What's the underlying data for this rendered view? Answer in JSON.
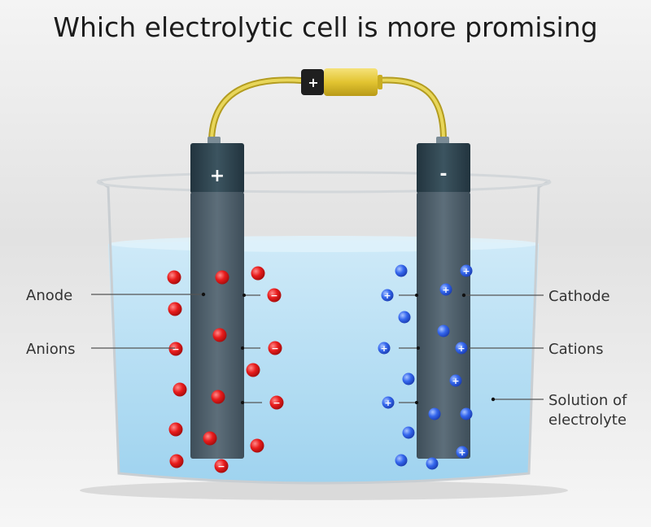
{
  "title": "Which electrolytic cell is more promising",
  "labels": {
    "anode": "Anode",
    "anions": "Anions",
    "cathode": "Cathode",
    "cations": "Cations",
    "solution_line1": "Solution of",
    "solution_line2": "electrolyte"
  },
  "electrodes": {
    "anode_sign": "+",
    "cathode_sign": "-",
    "battery_sign": "+"
  },
  "ion_signs": {
    "anion": "−",
    "cation": "+"
  },
  "colors": {
    "anion": "#e01818",
    "cation": "#2f5fe6",
    "wire": "#d9c437",
    "electrode": "#4b5c68",
    "electrode_cap": "#2f4550",
    "battery": "#e7cc3c",
    "liquid": "#bfe3f6"
  }
}
